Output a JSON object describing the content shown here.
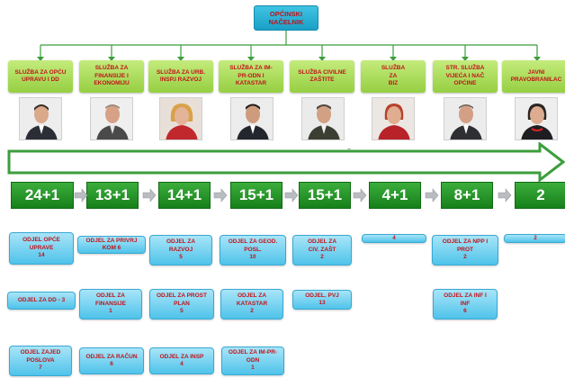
{
  "head": {
    "label": "OPĆINSKI\nNAČELNIK"
  },
  "departments": [
    {
      "label": "SLUŽBA ZA OPĆU\nUPRAVU I DD",
      "count": "24+1"
    },
    {
      "label": "SLUŽBA ZA\nFINANSIJE I\nEKONOMIJU",
      "count": "13+1"
    },
    {
      "label": "SLUŽBA ZA URB.\nINSP.I RAZVOJ",
      "count": "14+1"
    },
    {
      "label": "SLUŽBA ZA IM-\nPR-ODN I\nKATASTAR",
      "count": "15+1"
    },
    {
      "label": "SLUŽBA CIVILNE\nZAŠTITE",
      "count": "15+1"
    },
    {
      "label": "SLUŽBA\nZA\nBIZ",
      "count": "4+1"
    },
    {
      "label": "STR. SLUŽBA\nVIJEĆA I NAČ\nOPĆINE",
      "count": "8+1"
    },
    {
      "label": "JAVNI\nPRAVOBRANILAC",
      "count": "2"
    }
  ],
  "band_marker": "~",
  "units": {
    "c1": [
      {
        "label": "ODJEL OPĆE\nUPRAVE\n14"
      },
      {
        "label": "ODJEL ZA DD - 3"
      },
      {
        "label": "ODJEL ZAJED\nPOSLOVA\n7"
      }
    ],
    "c2": [
      {
        "label": "ODJEL ZA PRIVRJ\nKOM 6"
      },
      {
        "label": "ODJEL ZA\nFINANSIJE\n1"
      },
      {
        "label": "ODJEL ZA RAČUN\n6"
      }
    ],
    "c3": [
      {
        "label": "ODJEL ZA\nRAZVOJ\n5"
      },
      {
        "label": "ODJEL ZA PROST\nPLAN\n5"
      },
      {
        "label": "ODJEL ZA INSP\n4"
      }
    ],
    "c4": [
      {
        "label": "ODJEL ZA GEOD.\nPOSL.\n10"
      },
      {
        "label": "ODJEL ZA\nKATASTAR\n2"
      },
      {
        "label": "ODJEL ZA IM-PR-\nODN\n1"
      }
    ],
    "c5": [
      {
        "label": "ODJEL ZA\nCIV. ZAŠT\n2"
      },
      {
        "label": "ODJEL. PVJ\n13"
      }
    ],
    "c6": [
      {
        "label": "4"
      }
    ],
    "c7": [
      {
        "label": "ODJEL ZA NPP I\nPROT\n2"
      },
      {
        "label": "ODJEL ZA INF I\nINF\n6"
      }
    ],
    "c8": [
      {
        "label": "2"
      }
    ]
  },
  "colors": {
    "head": "#1a9fc7",
    "department": "#96cf42",
    "count": "#16801a",
    "unit": "#4fc3ea",
    "text_red": "#c2121a",
    "band_outline": "#3c9e3c"
  }
}
